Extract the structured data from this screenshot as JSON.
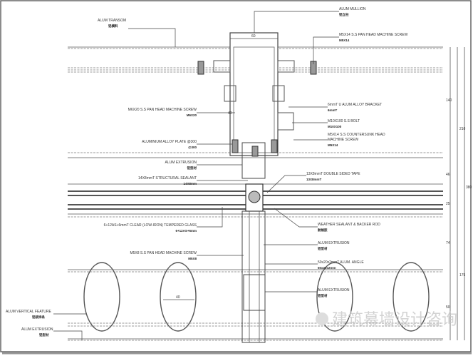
{
  "labels": {
    "transom": {
      "text": "ALUM TRANSOM",
      "sub": "铝横料"
    },
    "mullion": {
      "text": "ALUM MULLION",
      "sub": "铝立柱"
    },
    "screw_top": {
      "text": "M5X14 S.S PAN HEAD MACHINE SCREW",
      "sub": "M5X14"
    },
    "bracket": {
      "text": "6mmT U ALUM ALLOY BRACKET",
      "sub": "6mmT"
    },
    "bolt": {
      "text": "M10X100 S.S BOLT",
      "sub": "M10X100"
    },
    "countersunk": {
      "text": "M5X14 S.S COUNTERSUNK HEAD",
      "text2": "MACHINE SCREW",
      "sub": "M5X14"
    },
    "screw_m6": {
      "text": "M6X20 S.S PAN HEAD MACHINE SCREW",
      "sub": "M6X20"
    },
    "plate": {
      "text": "ALUMINIUM ALLOY PLATE @300",
      "sub": "@300"
    },
    "extrusion1": {
      "text": "ALUM EXTRUSION",
      "sub": "铝型材"
    },
    "sealant": {
      "text": "14X8mmT STRUCTURAL SEALANT",
      "sub": "14X8mm"
    },
    "tape": {
      "text": "13X8mmT DOUBLE SIDED TAPE",
      "sub": "13X8mmT"
    },
    "glass": {
      "text": "6+12AS+6mmT CLEAR (LOW-IRON) TEMPERED GLASS",
      "sub": "6+12AS+6mm"
    },
    "weather": {
      "text": "WEATHER SEALANT & BACKER ROD",
      "sub": "耐候胶"
    },
    "extrusion2": {
      "text": "ALUM EXTRUSION",
      "sub": "铝型材"
    },
    "screw_m5x8": {
      "text": "M5X8 S.S PAN HEAD MACHINE SCREW",
      "sub": "M5X8"
    },
    "angle": {
      "text": "50x20x2mmT ALUM. ANGLE",
      "sub": "50x20x2mm"
    },
    "extrusion3": {
      "text": "ALUM EXTRUSION",
      "sub": "铝型材"
    },
    "feature": {
      "text": "ALUM VERTICAL FEATURE",
      "sub": "铝装饰条"
    },
    "extrusion4": {
      "text": "ALUM EXTRUSION",
      "sub": "铝型材"
    }
  },
  "dimensions": {
    "d60": "60",
    "d140": "140",
    "d210": "210",
    "d46": "46",
    "d25": "25",
    "d380": "380",
    "d74": "74",
    "d175": "175",
    "d50": "50",
    "d40a": "40",
    "d40b": "40"
  },
  "watermark": "建筑幕墙设计咨询"
}
